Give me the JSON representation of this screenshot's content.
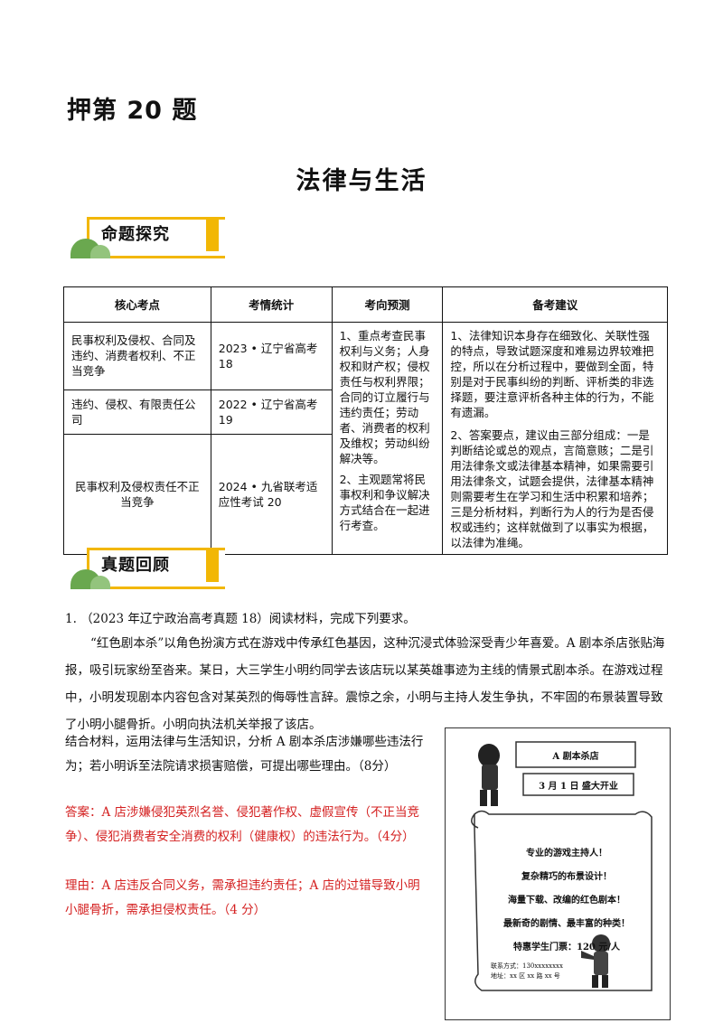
{
  "header": {
    "title": "押第 20 题",
    "subtitle": "法律与生活"
  },
  "sections": {
    "explore_label": "命题探究",
    "review_label": "真题回顾"
  },
  "table": {
    "headers": [
      "核心考点",
      "考情统计",
      "考向预测",
      "备考建议"
    ],
    "rows": [
      {
        "topic": "民事权利及侵权、合同及违约、消费者权利、不正当竞争",
        "stat": "2023 • 辽宁省高考18"
      },
      {
        "topic": "违约、侵权、有限责任公司",
        "stat": "2022 • 辽宁省高考19"
      },
      {
        "topic": "民事权利及侵权责任不正当竞争",
        "stat": "2024 • 九省联考适应性考试 20"
      }
    ],
    "forecast": [
      "1、重点考查民事权利与义务；人身权和财产权；侵权责任与权利界限；合同的订立履行与违约责任；劳动者、消费者的权利及维权；劳动纠纷解决等。",
      "2、主观题常将民事权利和争议解决方式结合在一起进行考查。"
    ],
    "advice": [
      "1、法律知识本身存在细致化、关联性强的特点，导致试题深度和难易边界较难把控，所以在分析过程中，要做到全面，特别是对于民事纠纷的判断、评析类的非选择题，要注意评析各种主体的行为，不能有遗漏。",
      "2、答案要点，建议由三部分组成：一是判断结论或总的观点，言简意赅；二是引用法律条文或法律基本精神，如果需要引用法律条文，试题会提供，法律基本精神则需要考生在学习和生活中积累和培养；三是分析材料，判断行为人的行为是否侵权或违约；这样就做到了以事实为根据，以法律为准绳。"
    ]
  },
  "question": {
    "head": "1.  （2023 年辽宁政治高考真题 18）阅读材料，完成下列要求。",
    "material_1": "“红色剧本杀”以角色扮演方式在游戏中传承红色基因，这种沉浸式体验深受青少年喜爱。A 剧本杀店张贴海报，吸引玩家纷至沓来。某日，大三学生小明约同学去该店玩以某英雄事迹为主线的情景式剧本杀。在游戏过程中，小明发现剧本内容包含对某英烈的侮辱性言辞。震惊之余，小明与主持人发生争执，不牢固的布景装置导致了小明小腿骨折。小明向执法机关举报了该店。",
    "prompt": "结合材料，运用法律与生活知识，分析 A 剧本杀店涉嫌哪些违法行为；若小明诉至法院请求损害赔偿，可提出哪些理由。（8分）",
    "answer": "答案：A 店涉嫌侵犯英烈名誉、侵犯著作权、虚假宣传（不正当竞争）、侵犯消费者安全消费的权利（健康权）的违法行为。（4分）",
    "reason": "理由：A 店违反合同义务，需承担违约责任；A 店的过错导致小明小腿骨折，需承担侵权责任。（4 分）"
  },
  "poster": {
    "title": "A 剧本杀店",
    "opening": "3 月 1 日  盛大开业",
    "lines": [
      "专业的游戏主持人！",
      "复杂精巧的布景设计！",
      "海量下载、改编的红色剧本！",
      "最新奇的剧情、最丰富的种类！"
    ],
    "price": "特惠学生门票：120 元/人",
    "contact": "联系方式：130xxxxxxxx",
    "address": "地址：xx 区 xx 路 xx 号"
  },
  "colors": {
    "banner": "#f2b705",
    "answer_red": "#d42020"
  }
}
